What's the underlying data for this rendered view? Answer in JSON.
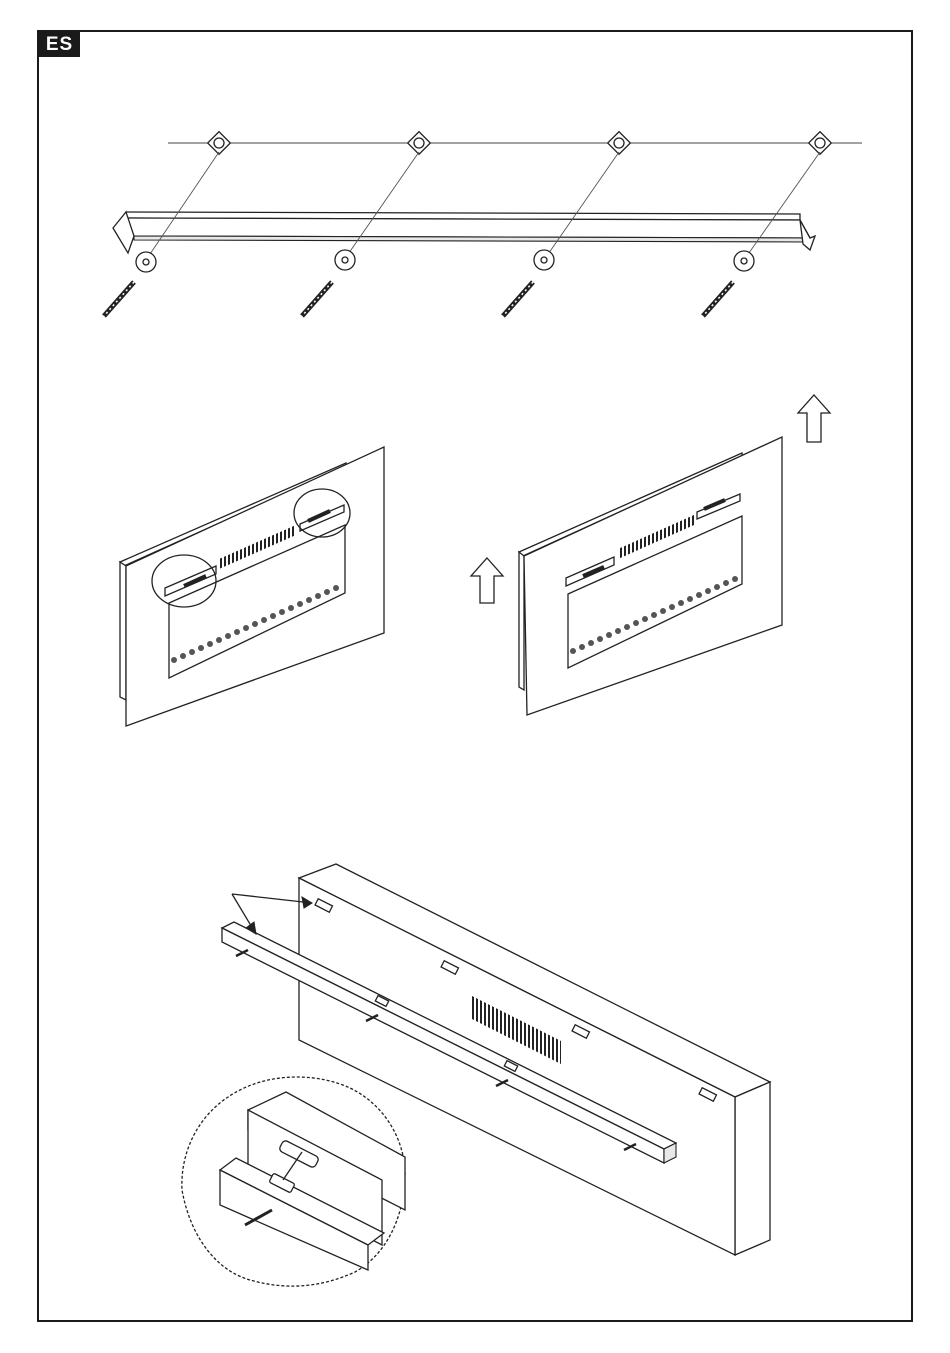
{
  "badge": {
    "language_code": "ES"
  },
  "figures": [
    {
      "name": "wall-bracket-mounting",
      "screw_count": 4
    },
    {
      "name": "hook-fireplace-on-bracket",
      "lift_arrows": 2
    },
    {
      "name": "bracket-alignment-detail",
      "callout_arrows": 2
    }
  ],
  "colors": {
    "line": "#222222",
    "badge_bg": "#1a1a1a",
    "badge_text": "#ffffff",
    "background": "#ffffff"
  }
}
